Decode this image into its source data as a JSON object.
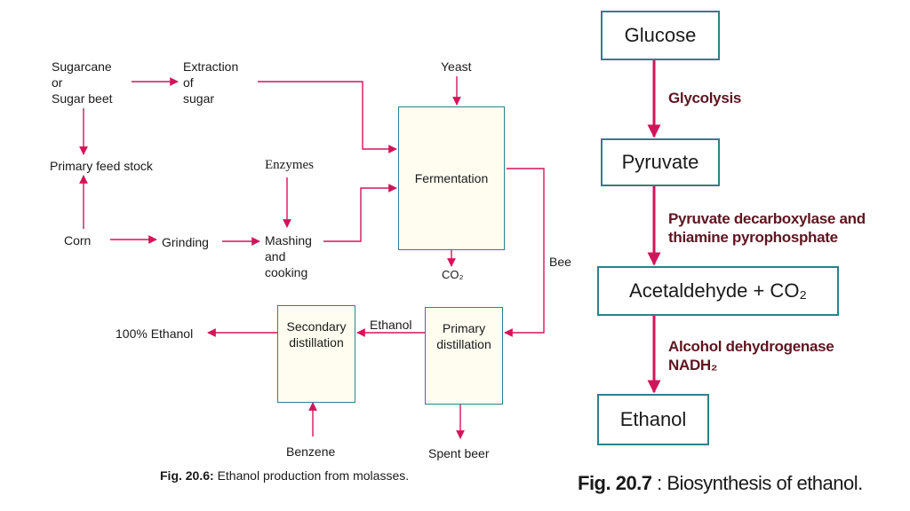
{
  "fig6": {
    "nodes": {
      "sugarcane": "Sugarcane\nor\nSugar beet",
      "extraction": "Extraction\nof\nsugar",
      "yeast": "Yeast",
      "primary_feed": "Primary feed stock",
      "enzymes": "Enzymes",
      "corn": "Corn",
      "grinding": "Grinding",
      "mashing": "Mashing\nand\ncooking",
      "co2": "CO₂",
      "bee": "Bee",
      "ethanol_100": "100% Ethanol",
      "ethanol_label": "Ethanol",
      "benzene": "Benzene",
      "spent_beer": "Spent beer"
    },
    "boxes": {
      "fermentation": "Fermentation",
      "secondary": "Secondary\ndistillation",
      "primary": "Primary\ndistillation"
    },
    "caption_bold": "Fig. 20.6:",
    "caption_text": " Ethanol production from molasses."
  },
  "fig7": {
    "steps": [
      "Glucose",
      "Pyruvate",
      "Acetaldehyde  +  CO₂",
      "Ethanol"
    ],
    "labels": [
      "Glycolysis",
      "Pyruvate decarboxylase and\nthiamine pyrophosphate",
      "Alcohol dehydrogenase\nNADH₂"
    ],
    "caption_bold": "Fig. 20.7",
    "caption_text": " : Biosynthesis of ethanol."
  },
  "colors": {
    "arrow": "#d4145a",
    "box_border": "#2f7f8a",
    "label": "#5c1620"
  }
}
